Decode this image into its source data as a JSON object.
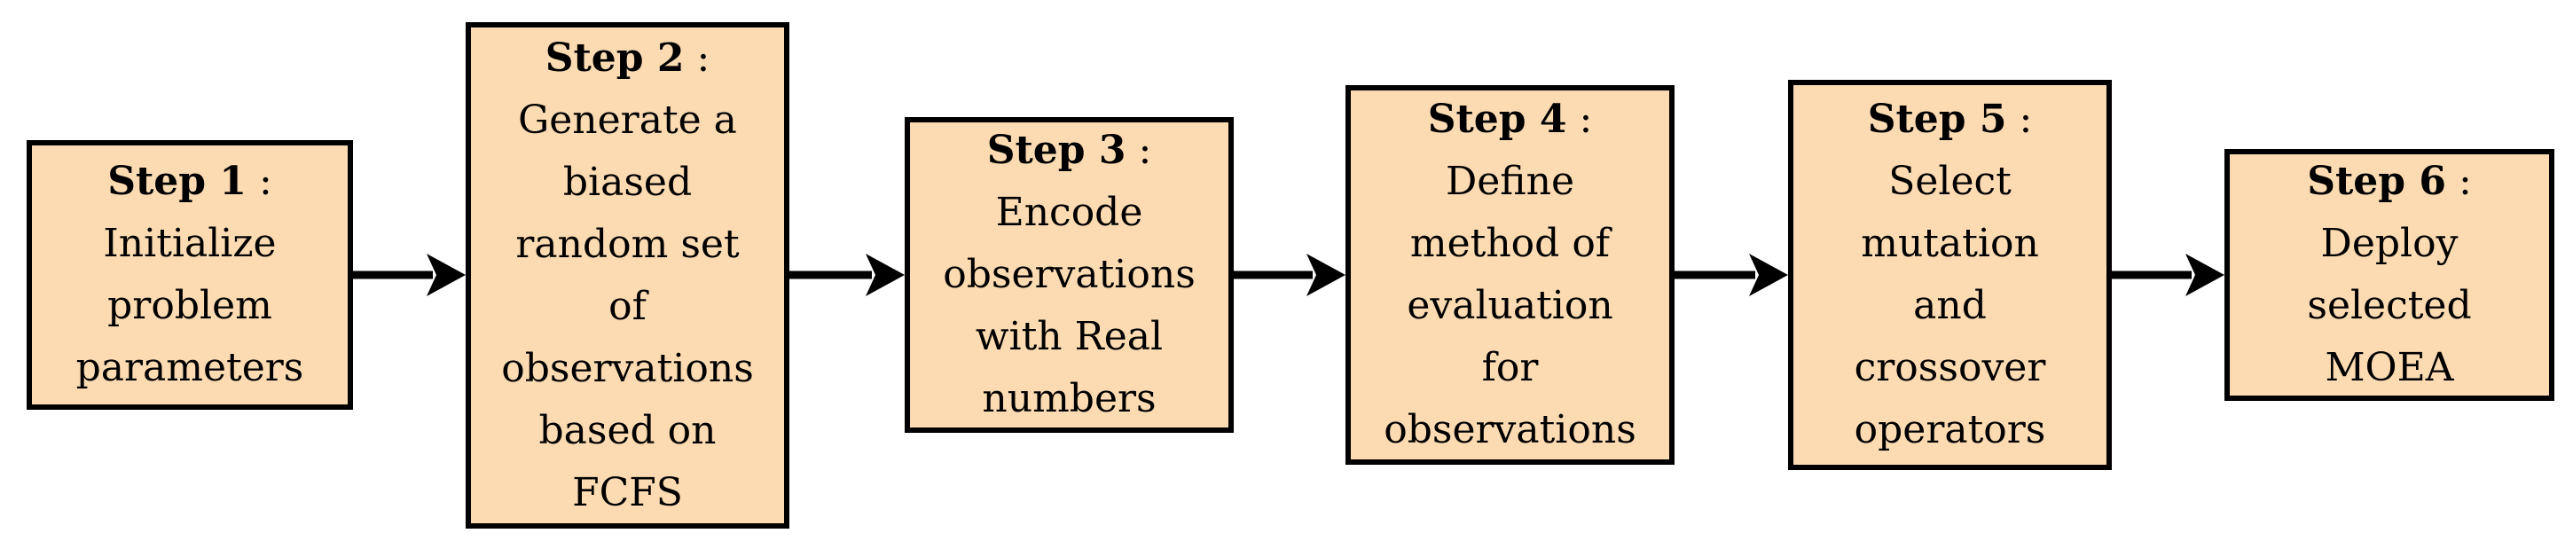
{
  "figure": {
    "type": "flowchart",
    "direction": "left-to-right",
    "background_color": "#FFFFFF",
    "box_fill_color": "#FCDBB2",
    "box_border_color": "#000000",
    "arrow_color": "#000000",
    "text_color": "#000000",
    "steps": [
      {
        "label": "Step 1",
        "sep": " :",
        "lines": [
          "Initialize",
          "problem",
          "parameters"
        ]
      },
      {
        "label": "Step 2",
        "sep": " :",
        "lines": [
          "Generate a",
          "biased",
          "random set",
          "of",
          "observations",
          "based on",
          "FCFS"
        ]
      },
      {
        "label": "Step 3",
        "sep": " :",
        "lines": [
          "Encode",
          "observations",
          "with Real",
          "numbers"
        ]
      },
      {
        "label": "Step 4",
        "sep": " :",
        "lines": [
          "Define",
          "method of",
          "evaluation",
          "for",
          "observations"
        ]
      },
      {
        "label": "Step 5",
        "sep": " :",
        "lines": [
          "Select",
          "mutation",
          "and",
          "crossover",
          "operators"
        ]
      },
      {
        "label": "Step 6",
        "sep": " :",
        "lines": [
          "Deploy",
          "selected",
          "MOEA"
        ]
      }
    ]
  }
}
